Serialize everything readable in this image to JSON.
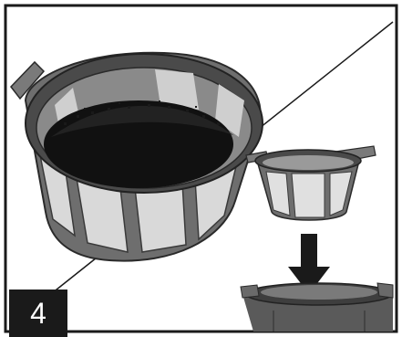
{
  "step": {
    "number": "4"
  },
  "colors": {
    "border": "#1a1a1a",
    "basket_dark": "#4a4a4a",
    "basket_mid": "#6e6e6e",
    "mesh": "#d9d9d9",
    "grounds": "#111111",
    "arrow": "#1a1a1a",
    "brewer_body": "#5a5a5a"
  },
  "icons": [
    "filter-basket-with-grounds",
    "filter-basket",
    "down-arrow",
    "brewer-top"
  ]
}
